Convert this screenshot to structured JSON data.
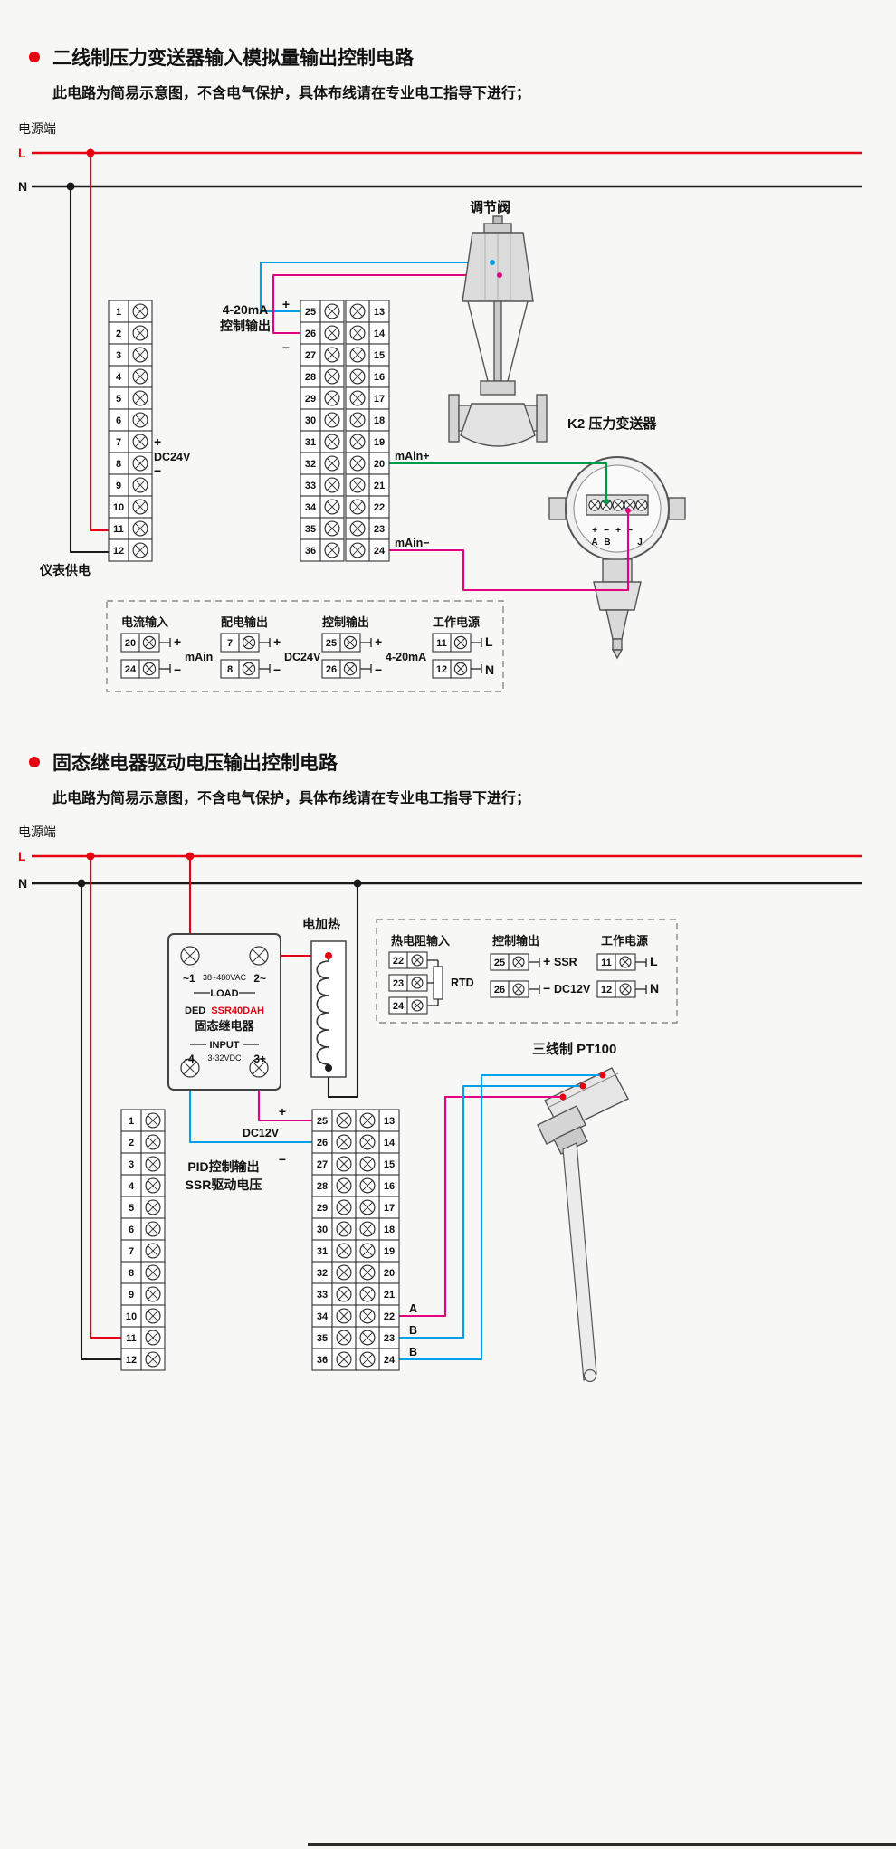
{
  "colors": {
    "red": "#e60012",
    "black": "#1a1a1a",
    "magenta": "#e4007f",
    "cyan": "#00a0e9",
    "green": "#009944"
  },
  "section1": {
    "title": "二线制压力变送器输入模拟量输出控制电路",
    "subtitle": "此电路为简易示意图，不含电气保护，具体布线请在专业电工指导下进行；",
    "power_label": "电源端",
    "l": "L",
    "n": "N",
    "ctrl_line1": "4-20mA",
    "ctrl_line2": "控制输出",
    "plus": "+",
    "minus": "−",
    "dc24v": "DC24V",
    "meter_supply": "仪表供电",
    "valve_label": "调节阀",
    "transmitter_label": "K2 压力变送器",
    "main_plus": "mAin+",
    "main_minus": "mAin−",
    "tx_signs": [
      "+",
      "−",
      "+",
      "−"
    ],
    "tx_letters": [
      "A",
      "B",
      "J"
    ],
    "left_terminals": [
      "1",
      "2",
      "3",
      "4",
      "5",
      "6",
      "7",
      "8",
      "9",
      "10",
      "11",
      "12"
    ],
    "mid_terminals": [
      "25",
      "26",
      "27",
      "28",
      "29",
      "30",
      "31",
      "32",
      "33",
      "34",
      "35",
      "36"
    ],
    "right_terminals": [
      "13",
      "14",
      "15",
      "16",
      "17",
      "18",
      "19",
      "20",
      "21",
      "22",
      "23",
      "24"
    ],
    "legend": {
      "g1": {
        "title": "电流输入",
        "terminals": [
          "20",
          "24"
        ],
        "plus": "+",
        "minus": "−",
        "label": "mAin"
      },
      "g2": {
        "title": "配电输出",
        "terminals": [
          "7",
          "8"
        ],
        "plus": "+",
        "minus": "−",
        "label": "DC24V"
      },
      "g3": {
        "title": "控制输出",
        "terminals": [
          "25",
          "26"
        ],
        "plus": "+",
        "minus": "−",
        "label": "4-20mA"
      },
      "g4": {
        "title": "工作电源",
        "terminals": [
          "11",
          "12"
        ],
        "l": "L",
        "n": "N"
      }
    }
  },
  "section2": {
    "title": "固态继电器驱动电压输出控制电路",
    "subtitle": "此电路为简易示意图，不含电气保护，具体布线请在专业电工指导下进行；",
    "power_label": "电源端",
    "l": "L",
    "n": "N",
    "ssr": {
      "t_left": "~1",
      "t_mid": "38~480VAC",
      "t_right": "2~",
      "load": "LOAD",
      "brand": "DED",
      "model": "SSR40DAH",
      "name": "固态继电器",
      "input": "INPUT",
      "b_left": "-4",
      "b_mid": "3-32VDC",
      "b_right": "3+"
    },
    "heater_label": "电加热",
    "legend": {
      "g1": {
        "title": "热电阻输入",
        "terminals": [
          "22",
          "23",
          "24"
        ],
        "label": "RTD"
      },
      "g2": {
        "title": "控制输出",
        "terminals": [
          "25",
          "26"
        ],
        "plus": "+",
        "minus": "−",
        "label1": "SSR",
        "label2": "DC12V"
      },
      "g3": {
        "title": "工作电源",
        "terminals": [
          "11",
          "12"
        ],
        "l": "L",
        "n": "N"
      }
    },
    "pt100_label": "三线制 PT100",
    "plus": "+",
    "minus": "−",
    "dc12v": "DC12V",
    "pid_line1": "PID控制输出",
    "pid_line2": "SSR驱动电压",
    "wire_a": "A",
    "wire_b1": "B",
    "wire_b2": "B",
    "left_terminals": [
      "1",
      "2",
      "3",
      "4",
      "5",
      "6",
      "7",
      "8",
      "9",
      "10",
      "11",
      "12"
    ],
    "mid_terminals": [
      "25",
      "26",
      "27",
      "28",
      "29",
      "30",
      "31",
      "32",
      "33",
      "34",
      "35",
      "36"
    ],
    "right_terminals": [
      "13",
      "14",
      "15",
      "16",
      "17",
      "18",
      "19",
      "20",
      "21",
      "22",
      "23",
      "24"
    ]
  }
}
